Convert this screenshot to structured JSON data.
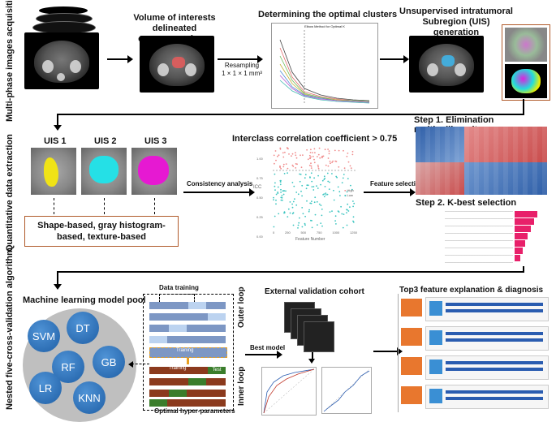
{
  "side_labels": {
    "row1": "Multi-phase images acquisition",
    "row2": "Quantitative data extraction",
    "row3": "Nested five-cross-validation algorithm"
  },
  "row1": {
    "voi_title": "Volume of interests delineated on venous phase",
    "voi_line1": "Volume of interests delineated",
    "voi_line2": "on venous phase",
    "clusters_title": "Determining the optimal clusters",
    "resampling_line1": "Resampling",
    "resampling_line2": "1 × 1 × 1 mm³",
    "uis_title_line1": "Unsupervised intratumoral",
    "uis_title_line2": "Subregion (UIS) generation",
    "elbow_title": "Elbow Method for Optimal K"
  },
  "row2": {
    "uis_labels": [
      "UIS 1",
      "UIS 2",
      "UIS 3"
    ],
    "features_line1": "Shape-based, gray histogram-",
    "features_line2": "based, texture-based",
    "icc_title": "Interclass correlation coefficient > 0.75",
    "consistency": "Consistency analysis",
    "feature_selection": "Feature selection",
    "step1": "Step 1. Elimination multicollinearity",
    "step2": "Step 2. K-best selection",
    "scatter_xlabel": "Feature Number",
    "scatter_ylabel": "ICC",
    "legend_high": "High",
    "legend_low": "Low",
    "scatter_yticks": [
      "1.00",
      "0.75",
      "0.50",
      "0.25",
      "0.00"
    ],
    "scatter_xticks": [
      "0",
      "250",
      "500",
      "750",
      "1000",
      "1250"
    ]
  },
  "row3": {
    "pool_title": "Machine learning model pool",
    "models": [
      "SVM",
      "DT",
      "RF",
      "GB",
      "LR",
      "KNN"
    ],
    "data_training": "Data training",
    "outer_loop": "Outer loop",
    "inner_loop": "Inner loop",
    "training": "Training",
    "training2": "Training",
    "test": "Test",
    "hyper": "Optimal hyper-parameters",
    "external": "External validation cohort",
    "best_model": "Best model",
    "top3": "Top3 feature explanation & diagnosis"
  },
  "colors": {
    "arrow": "#000000",
    "heat_red": "#d9534f",
    "heat_blue": "#3f78c2",
    "high_dot": "#f08b8b",
    "low_dot": "#3cc5c0",
    "bar_pink": "#e8206a",
    "model_blue": "#2f75c4",
    "outer_blue": "#7d97c4",
    "inner_brown": "#8b3a1d",
    "inner_green": "#3a7d2b",
    "orange": "#e8772e"
  }
}
